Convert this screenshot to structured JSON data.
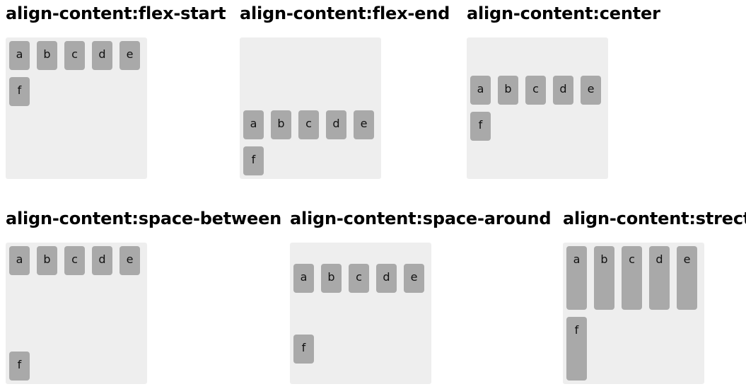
{
  "demos": [
    {
      "title": "align-content:flex-start",
      "align": "flex-start",
      "items": [
        "a",
        "b",
        "c",
        "d",
        "e",
        "f"
      ]
    },
    {
      "title": "align-content:flex-end",
      "align": "flex-end",
      "items": [
        "a",
        "b",
        "c",
        "d",
        "e",
        "f"
      ]
    },
    {
      "title": "align-content:center",
      "align": "center",
      "items": [
        "a",
        "b",
        "c",
        "d",
        "e",
        "f"
      ]
    },
    {
      "title": "align-content:space-between",
      "align": "space-between",
      "items": [
        "a",
        "b",
        "c",
        "d",
        "e",
        "f"
      ]
    },
    {
      "title": "align-content:space-around",
      "align": "space-around",
      "items": [
        "a",
        "b",
        "c",
        "d",
        "e",
        "f"
      ]
    },
    {
      "title": "align-content:strecth",
      "align": "stretch",
      "items": [
        "a",
        "b",
        "c",
        "d",
        "e",
        "f"
      ]
    }
  ],
  "colors": {
    "container_bg": "#eeeeee",
    "item_bg": "#a9a9a9"
  }
}
